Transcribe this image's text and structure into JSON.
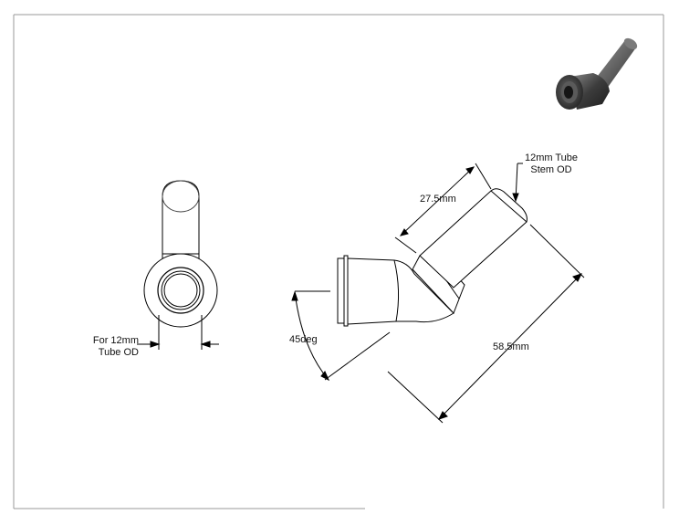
{
  "labels": {
    "tube_od_line1": "For 12mm",
    "tube_od_line2": "Tube OD",
    "stem_od_line1": "12mm Tube",
    "stem_od_line2": "Stem OD",
    "dim_stem_length": "27.5mm",
    "dim_overall_length": "58.5mm",
    "dim_angle": "45deg"
  },
  "colors": {
    "line": "#000000",
    "border": "#999999",
    "render_body": "#3a3a3a"
  }
}
